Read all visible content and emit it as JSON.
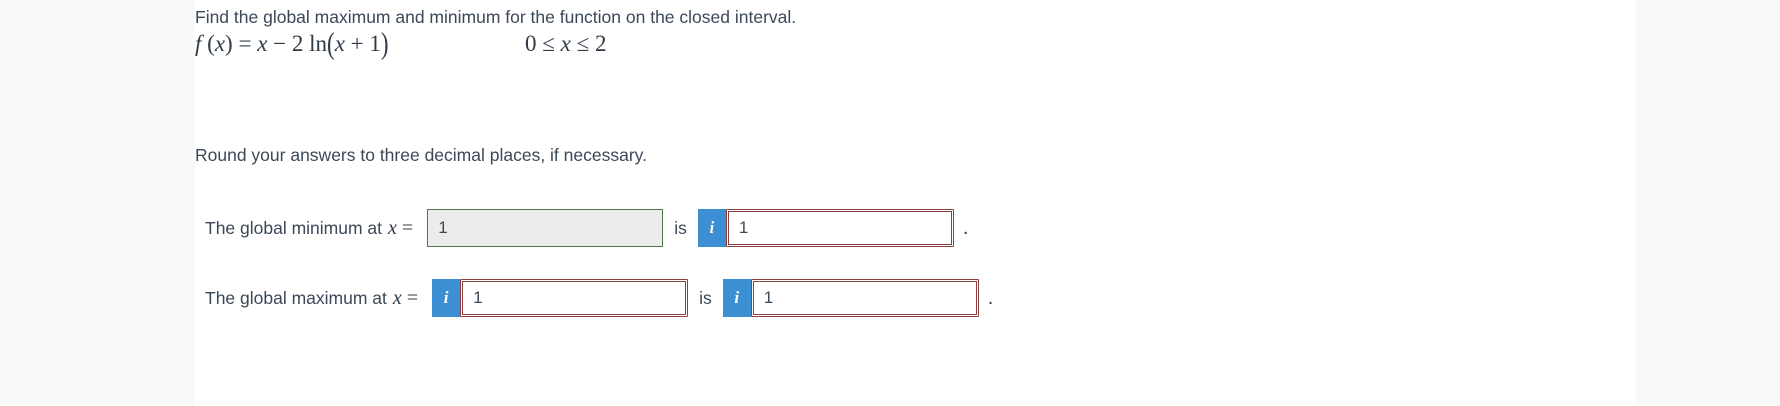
{
  "problem": {
    "question": "Find the global maximum and minimum for the function on the closed interval.",
    "rounding_note": "Round your answers to three decimal places, if necessary.",
    "formula": {
      "fx_label": "f",
      "open_paren": "(",
      "variable": "x",
      "close_paren": ")",
      "equals": "=",
      "term_x": "x",
      "minus": "−",
      "coefficient": "2",
      "ln": "ln",
      "inner_open": "(",
      "inner_var": "x",
      "plus": "+",
      "inner_const": "1",
      "inner_close": ")",
      "plain_text": "f (x) = x − 2 ln(x + 1)"
    },
    "domain": {
      "lower_bound": "0",
      "le_left": "≤",
      "variable": "x",
      "le_right": "≤",
      "upper_bound": "2",
      "plain_text": "0 ≤ x ≤ 2"
    }
  },
  "answers": {
    "is_word": "is",
    "period": ".",
    "info_icon": "i",
    "rows": [
      {
        "label": "The global minimum at",
        "variable": "x",
        "equals": "=",
        "x_input": {
          "value": "1",
          "placeholder": "",
          "state": "disabled-correct",
          "has_info_button": false,
          "border_color": "#4a7a4a",
          "fill_color": "#ececec"
        },
        "value_input": {
          "value": "1",
          "placeholder": "",
          "state": "incorrect",
          "has_info_button": true,
          "border_color": "#8f4040",
          "fill_color": "#ffffff"
        }
      },
      {
        "label": "The global maximum at",
        "variable": "x",
        "equals": "=",
        "x_input": {
          "value": "1",
          "placeholder": "",
          "state": "incorrect",
          "has_info_button": true,
          "border_color": "#8f4040",
          "fill_color": "#ffffff"
        },
        "value_input": {
          "value": "1",
          "placeholder": "",
          "state": "incorrect",
          "has_info_button": true,
          "border_color": "#8f4040",
          "fill_color": "#ffffff"
        }
      }
    ]
  },
  "theme": {
    "page_background": "#f8f9f9",
    "content_background": "#ffffff",
    "text_color": "#3c4858",
    "info_button_color": "#3d8fd4",
    "error_border_color": "#8f4040",
    "correct_border_color": "#4a7a4a",
    "disabled_fill_color": "#ececec"
  }
}
